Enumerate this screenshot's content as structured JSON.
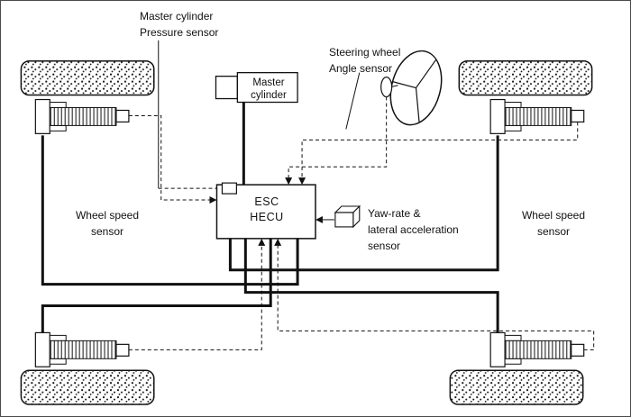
{
  "labels": {
    "master_cylinder_pressure_sensor": {
      "line1": "Master cylinder",
      "line2": "Pressure sensor"
    },
    "steering_wheel_angle_sensor": {
      "line1": "Steering wheel",
      "line2": "Angle sensor"
    },
    "master_cylinder_box": {
      "line1": "Master",
      "line2": "cylinder"
    },
    "hecu_box": {
      "line1": "ESC",
      "line2": "HECU"
    },
    "yaw_rate_sensor": {
      "line1": "Yaw-rate &",
      "line2": "lateral acceleration",
      "line3": "sensor"
    },
    "wheel_speed_sensor_left": {
      "line1": "Wheel speed",
      "line2": "sensor"
    },
    "wheel_speed_sensor_right": {
      "line1": "Wheel speed",
      "line2": "sensor"
    }
  },
  "colors": {
    "line": "#111111",
    "background": "#ffffff"
  }
}
